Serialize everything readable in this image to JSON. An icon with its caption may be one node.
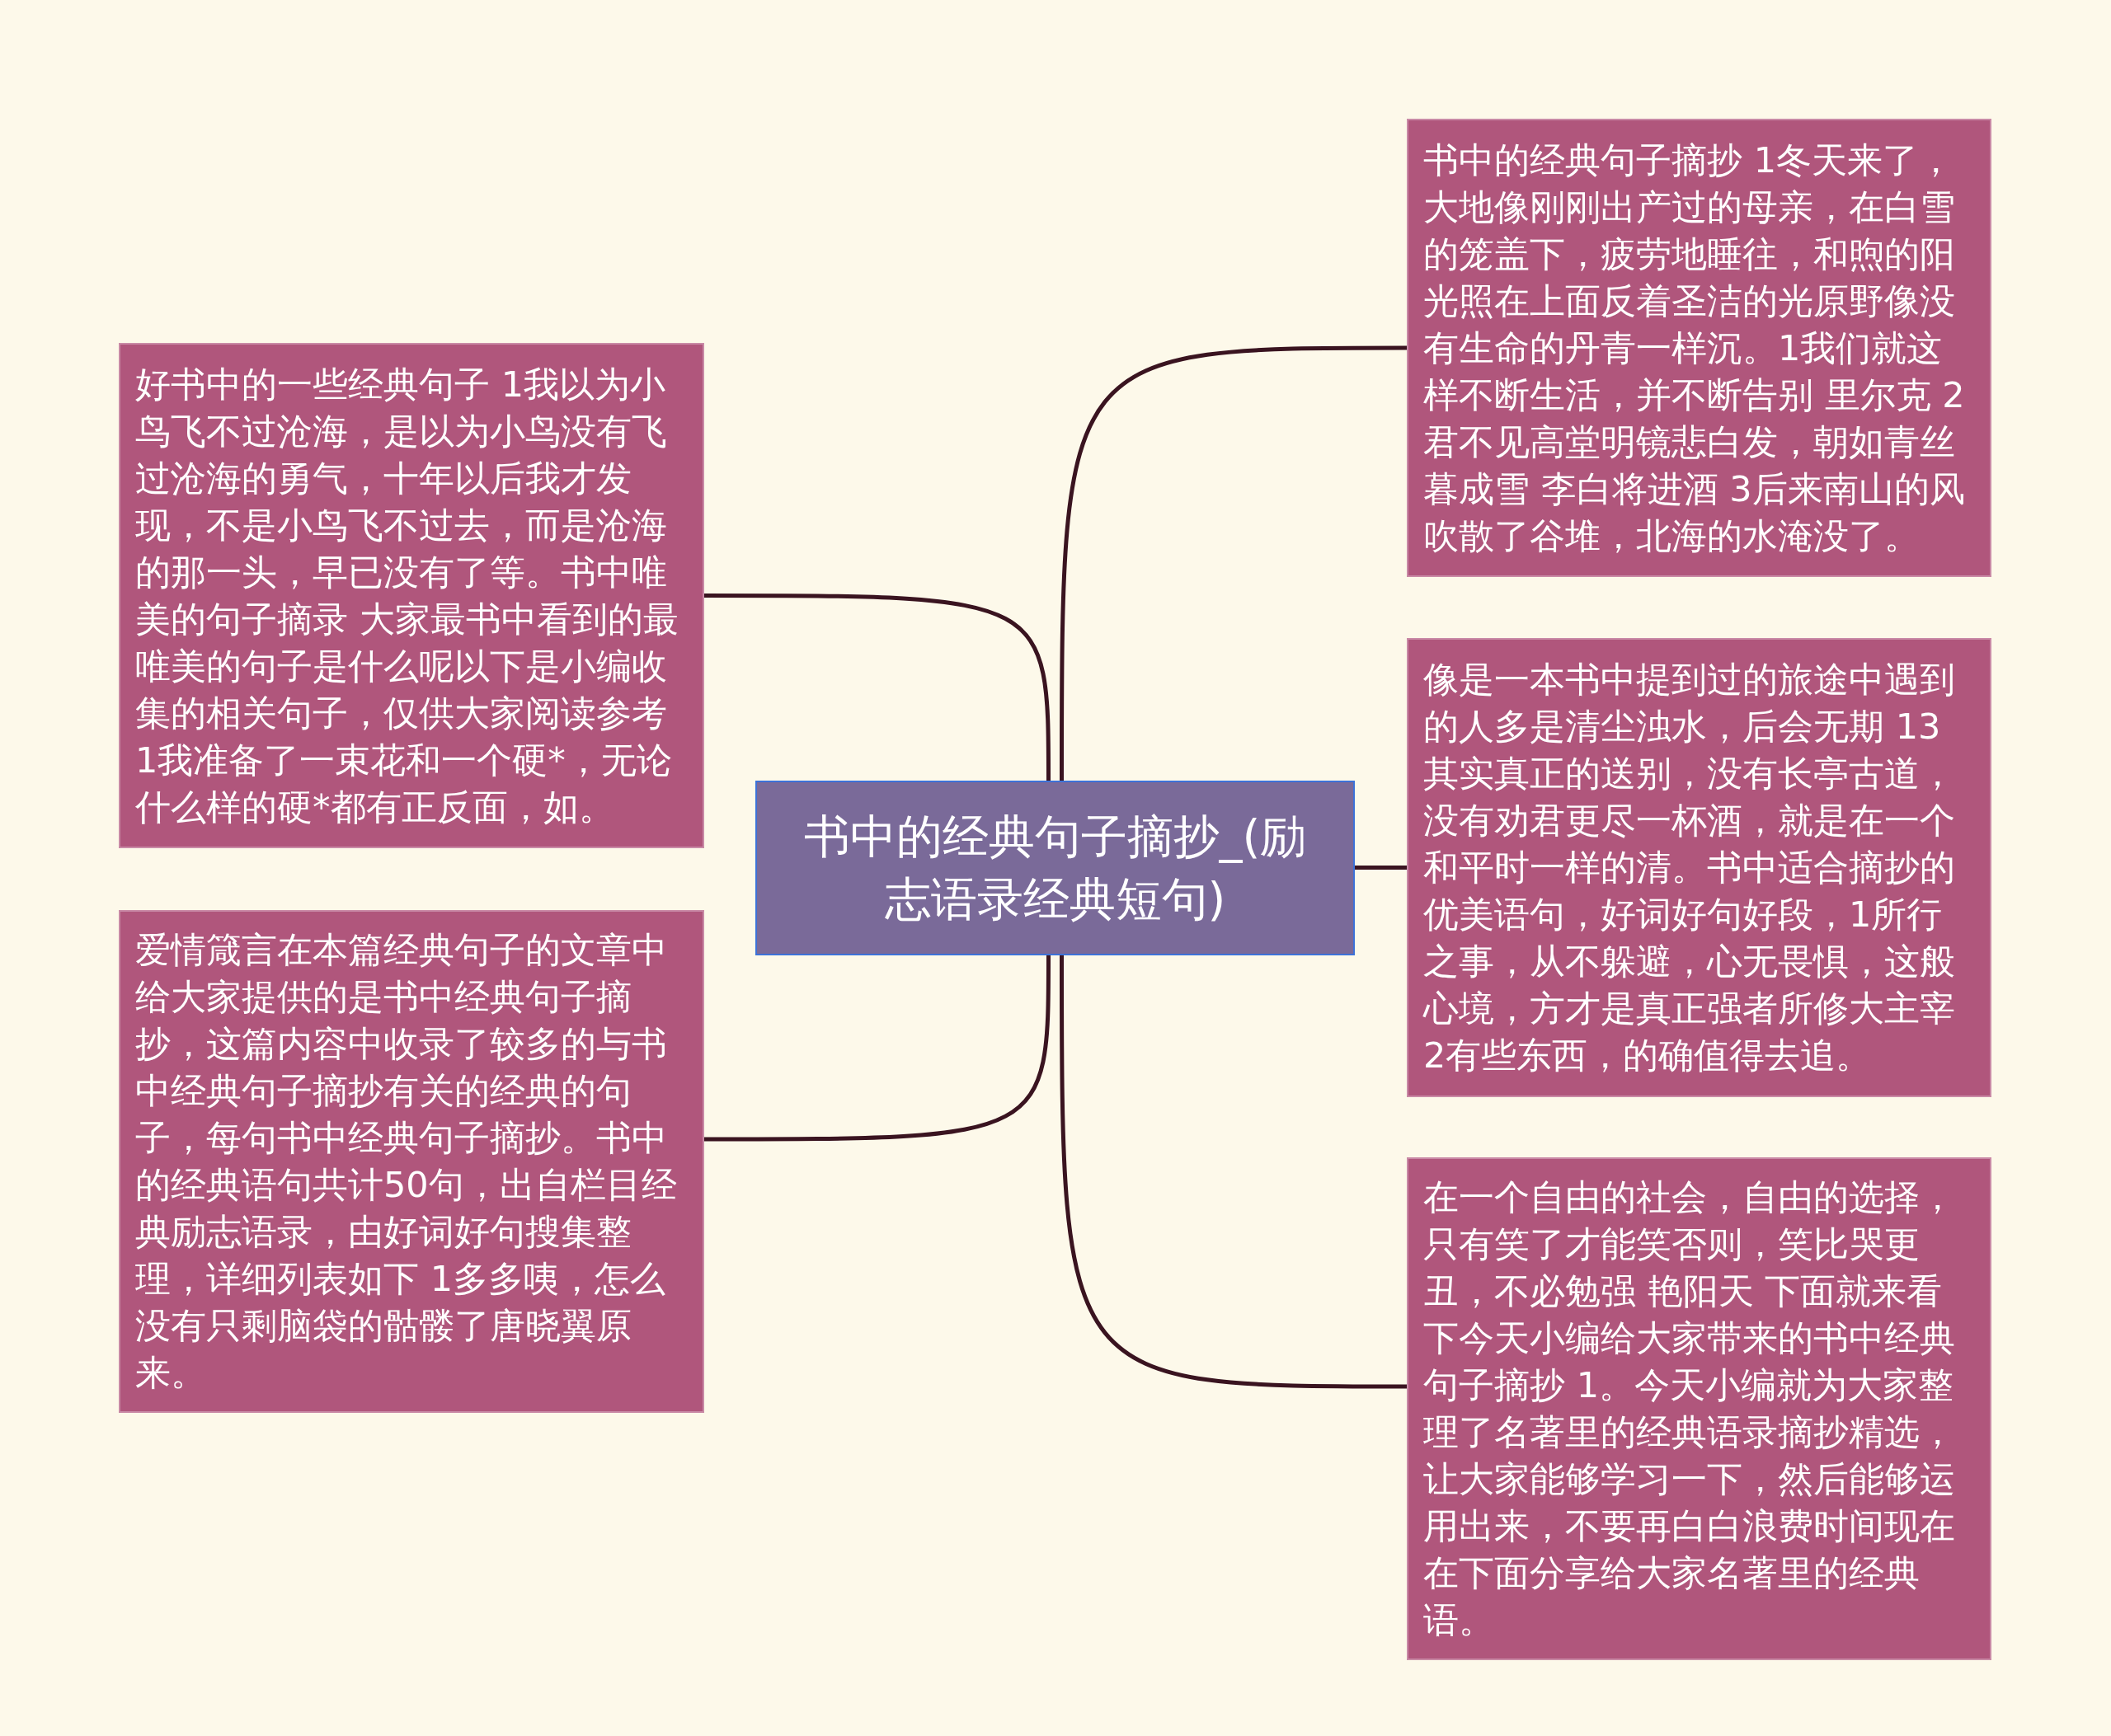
{
  "diagram": {
    "nodes": [
      {
        "text": [
          "书中的经典句子摘抄_(励志语录经典短句)"
        ]
      },
      {
        "text": [
          "好书中的一些经典句子 1我以为小鸟飞不过沧海，是以为小鸟没有飞过沧海的勇气，十年以后我才发现，不是小鸟飞不过去，而是沧海的那一头，早已没有了等。书中唯美的句子摘录 大家最书中看到的最唯美的句子是什么呢以下是小编收集的相关句子，仅供大家阅读参考 1我准备了一束花和一个硬*，无论什么样的硬*都有正反面，如。"
        ]
      },
      {
        "text": [
          "爱情箴言在本篇经典句子的文章中给大家提供的是书中经典句子摘抄，这篇内容中收录了较多的与书中经典句子摘抄有关的经典的句子，每句书中经典句子摘抄。书中的经典语句共计50句，出自栏目经典励志语录，由好词好句搜集整理，详细列表如下 1多多咦，怎么没有只剩脑袋的骷髅了唐晓翼原来。"
        ]
      },
      {
        "text": [
          "书中的经典句子摘抄 1冬天来了，大地像刚刚出产过的母亲，在白雪的笼盖下，疲劳地睡往，和煦的阳光照在上面反着圣洁的光原野像没有生命的丹青一样沉。1我们就这样不断生活，并不断告别 里尔克 2君不见高堂明镜悲白发，朝如青丝暮成雪 李白将进酒 3后来南山的风吹散了谷堆，北海的水淹没了。"
        ]
      },
      {
        "text": [
          "像是一本书中提到过的旅途中遇到的人多是清尘浊水，后会无期 13其实真正的送别，没有长亭古道，没有劝君更尽一杯酒，就是在一个和平时一样的清。书中适合摘抄的优美语句，好词好句好段，1所行之事，从不躲避，心无畏惧，这般心境，方才是真正强者所修大主宰2有些东西，的确值得去追。"
        ]
      },
      {
        "text": [
          "在一个自由的社会，自由的选择，只有笑了才能笑否则，笑比哭更丑，不必勉强 艳阳天 下面就来看下今天小编给大家带来的书中经典句子摘抄 1。今天小编就为大家整理了名著里的经典语录摘抄精选，让大家能够学习一下，然后能够运用出来，不要再白白浪费时间现在在下面分享给大家名著里的经典语。"
        ]
      }
    ],
    "edges": [
      {
        "from": 0,
        "to": 1,
        "arrow": "none"
      },
      {
        "from": 0,
        "to": 2,
        "arrow": "none"
      },
      {
        "from": 0,
        "to": 3,
        "arrow": "none"
      },
      {
        "from": 0,
        "to": 4,
        "arrow": "none"
      },
      {
        "from": 0,
        "to": 5,
        "arrow": "none"
      }
    ]
  }
}
